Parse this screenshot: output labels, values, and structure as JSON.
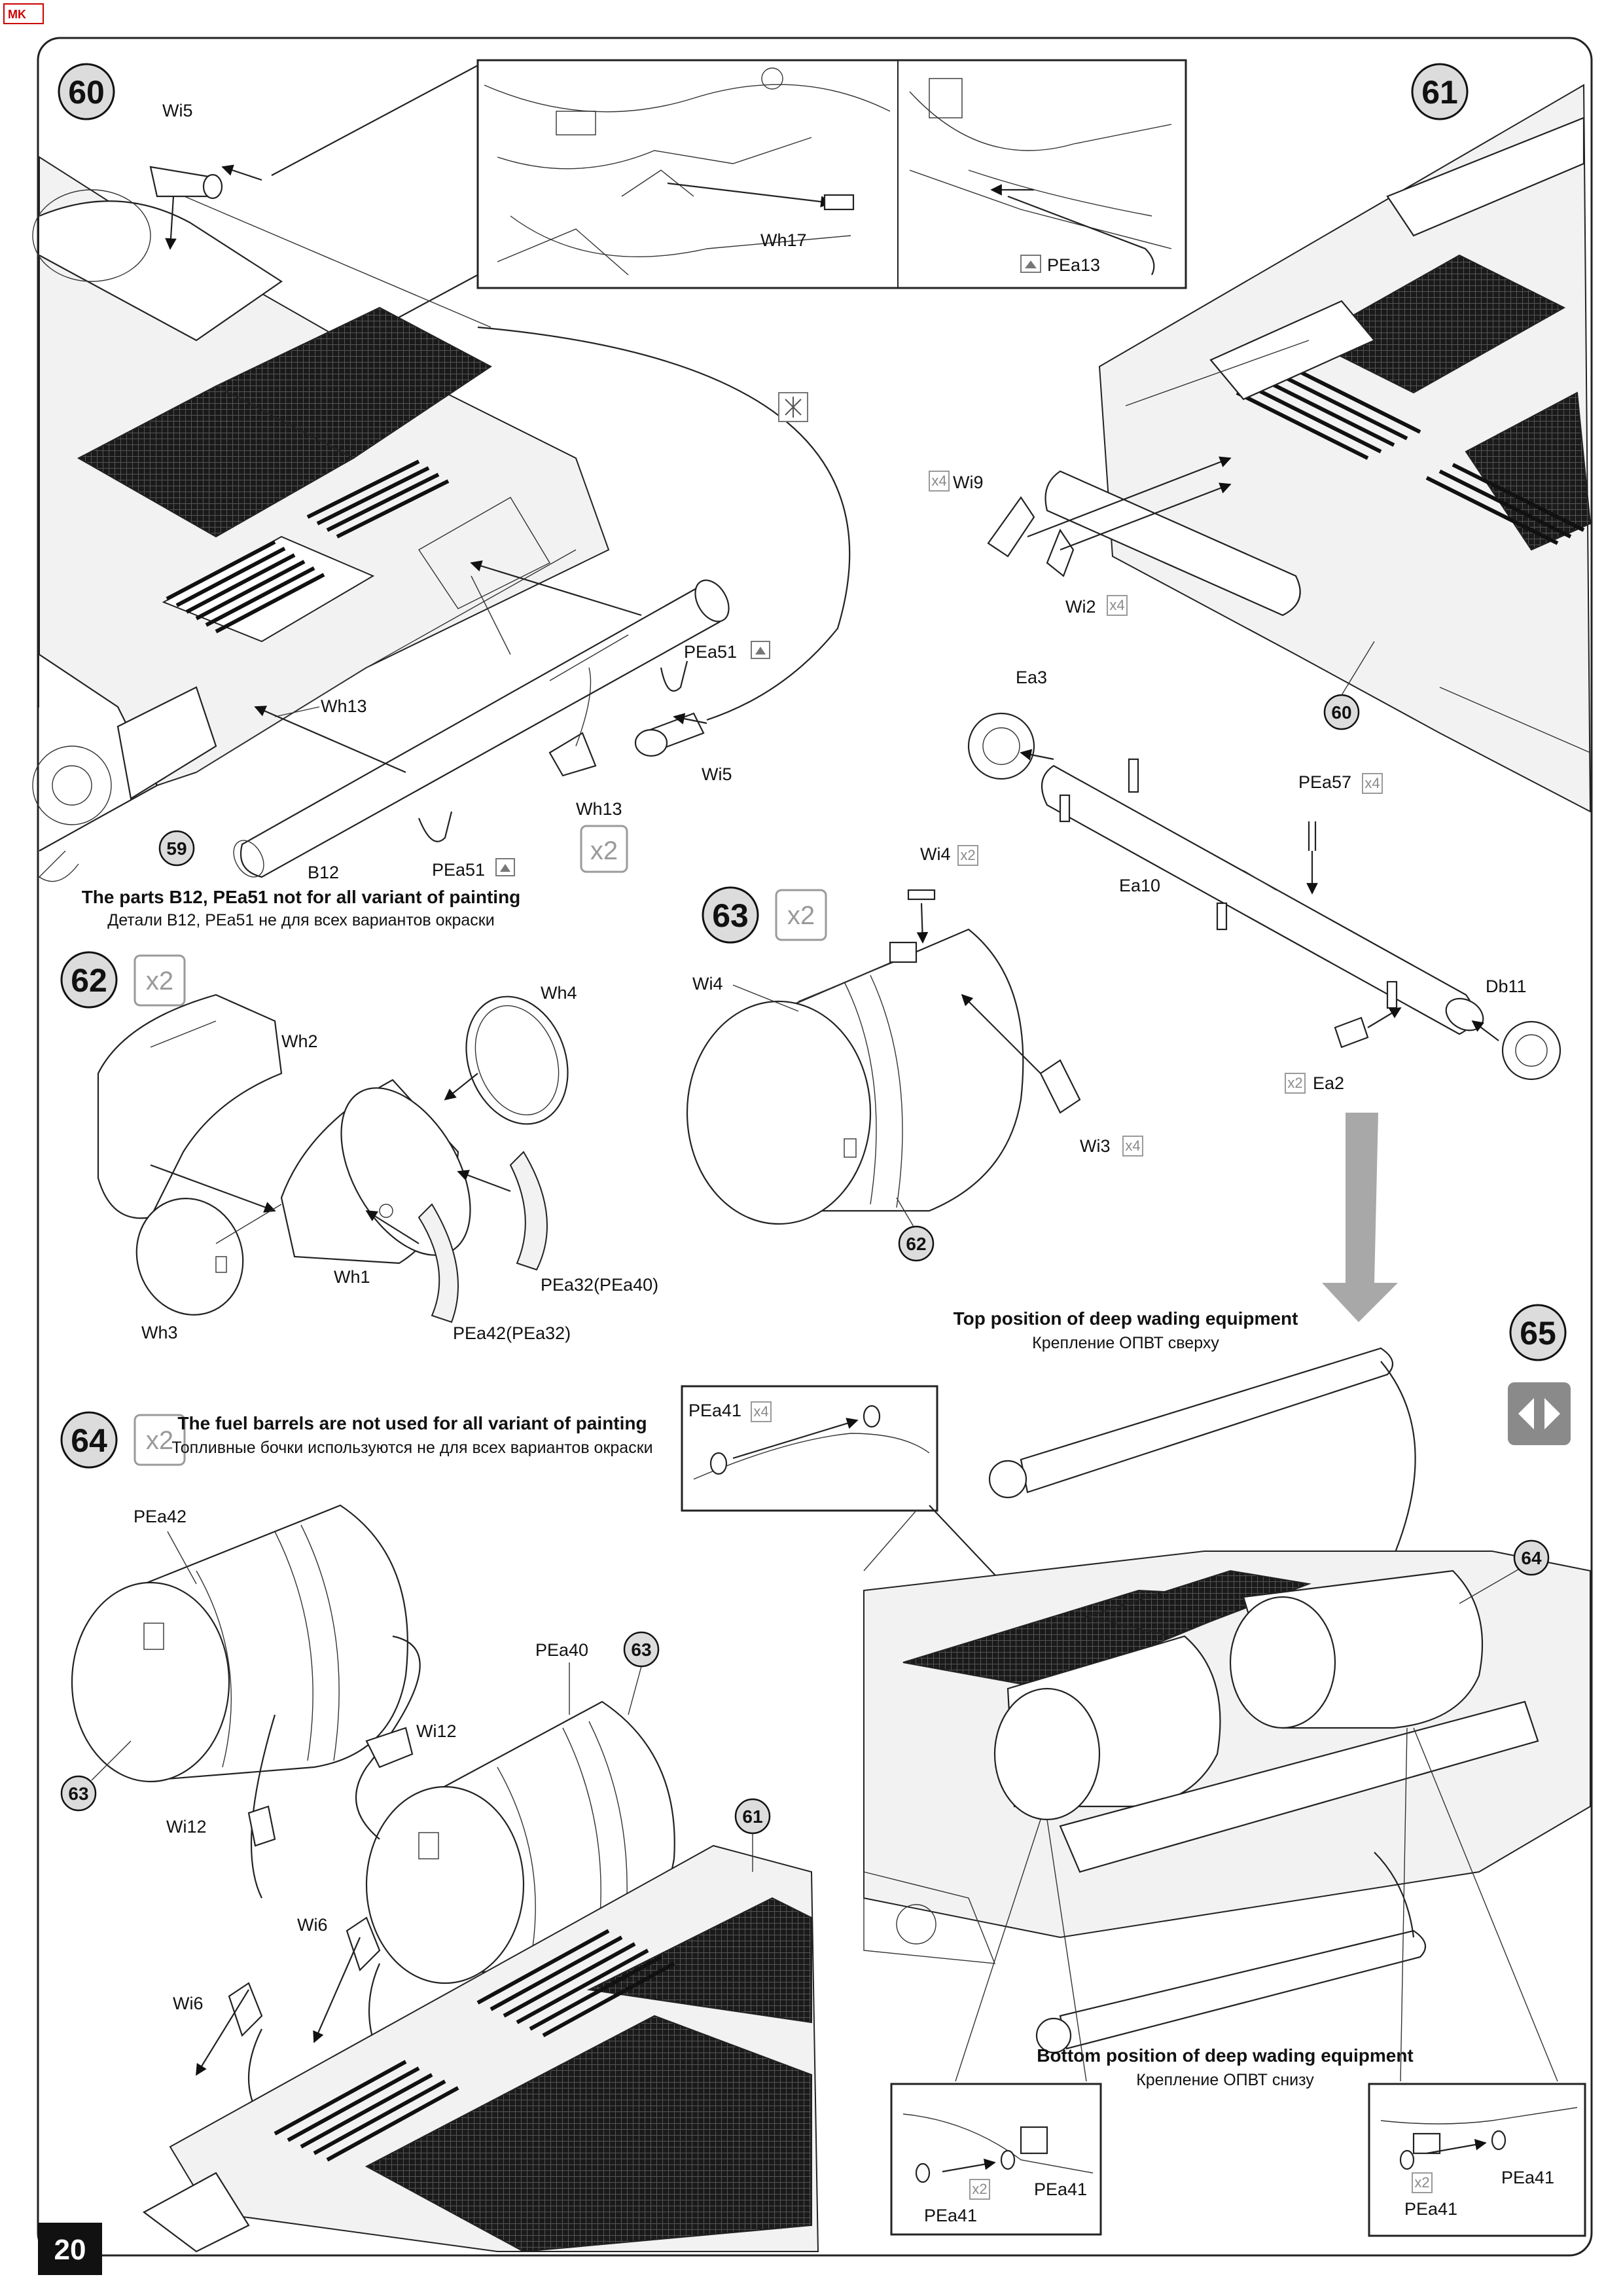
{
  "page": {
    "number": "20"
  },
  "steps": [
    {
      "id": "60",
      "label": "60"
    },
    {
      "id": "61",
      "label": "61"
    },
    {
      "id": "62",
      "label": "62",
      "qty": "x2"
    },
    {
      "id": "63",
      "label": "63",
      "qty": "x2"
    },
    {
      "id": "64",
      "label": "64",
      "qty": "x2"
    },
    {
      "id": "65",
      "label": "65"
    }
  ],
  "ref_badges": [
    "59",
    "60",
    "62",
    "63",
    "63",
    "61",
    "64"
  ],
  "part_labels": {
    "step60": [
      "Wi5",
      "Wh17",
      "PEa13",
      "PEa51",
      "Wh13",
      "Wi5",
      "Wh13",
      "B12",
      "PEa51"
    ],
    "step61": [
      "Wi9",
      "Wi2",
      "Ea3",
      "PEa57",
      "Ea10",
      "Db11",
      "Ea2"
    ],
    "step62": [
      "Wh2",
      "Wh4",
      "Wh1",
      "Wh3",
      "PEa32(PEa40)",
      "PEa42(PEa32)"
    ],
    "step63": [
      "Wi4",
      "Wi4",
      "Wi3"
    ],
    "step64": [
      "PEa42",
      "PEa40",
      "Wi12",
      "Wi12",
      "Wi6",
      "Wi6"
    ],
    "step65": [
      "PEa41",
      "PEa41",
      "PEa41",
      "PEa41",
      "PEa41"
    ]
  },
  "qty_marks": {
    "wi9": "x4",
    "wi2": "x4",
    "pea57": "x4",
    "ea2": "x2",
    "wi4": "x2",
    "wi3": "x4",
    "wh13": "x2",
    "pea41": "x4",
    "pea41_b": "x2",
    "pea41_c": "x2"
  },
  "notes": {
    "step60_en": "The parts B12, PEa51 not for all variant of painting",
    "step60_ru": "Детали B12, PEa51 не для всех вариантов окраски",
    "step64_en": "The fuel barrels are not used for all variant of painting",
    "step64_ru": "Топливные бочки используются не для всех вариантов окраски",
    "top_en": "Top position of deep wading equipment",
    "top_ru": "Крепление ОПВТ сверху",
    "bottom_en": "Bottom position of deep wading equipment",
    "bottom_ru": "Крепление ОПВТ снизу"
  },
  "colors": {
    "badge_fill": "#dcdcdc",
    "page_tab": "#111111",
    "arrow_gray": "#a8a8a8",
    "qty_gray": "#9a9a9a"
  }
}
